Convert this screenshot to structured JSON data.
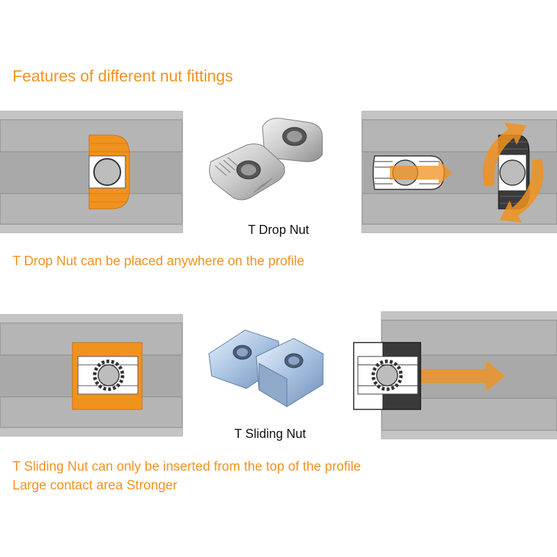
{
  "title": "Features of different nut fittings",
  "section_drop": {
    "label": "T Drop Nut",
    "caption": "T Drop Nut can be placed anywhere on the profile"
  },
  "section_sliding": {
    "label": "T Sliding Nut",
    "caption_line1": "T Sliding Nut can only be inserted from the top of the profile",
    "caption_line2": "Large contact area Stronger"
  },
  "colors": {
    "accent": "#f0921e",
    "profile": "#b8b8b8",
    "profile_dark": "#9a9a9a",
    "profile_line": "#8c8c8c"
  }
}
